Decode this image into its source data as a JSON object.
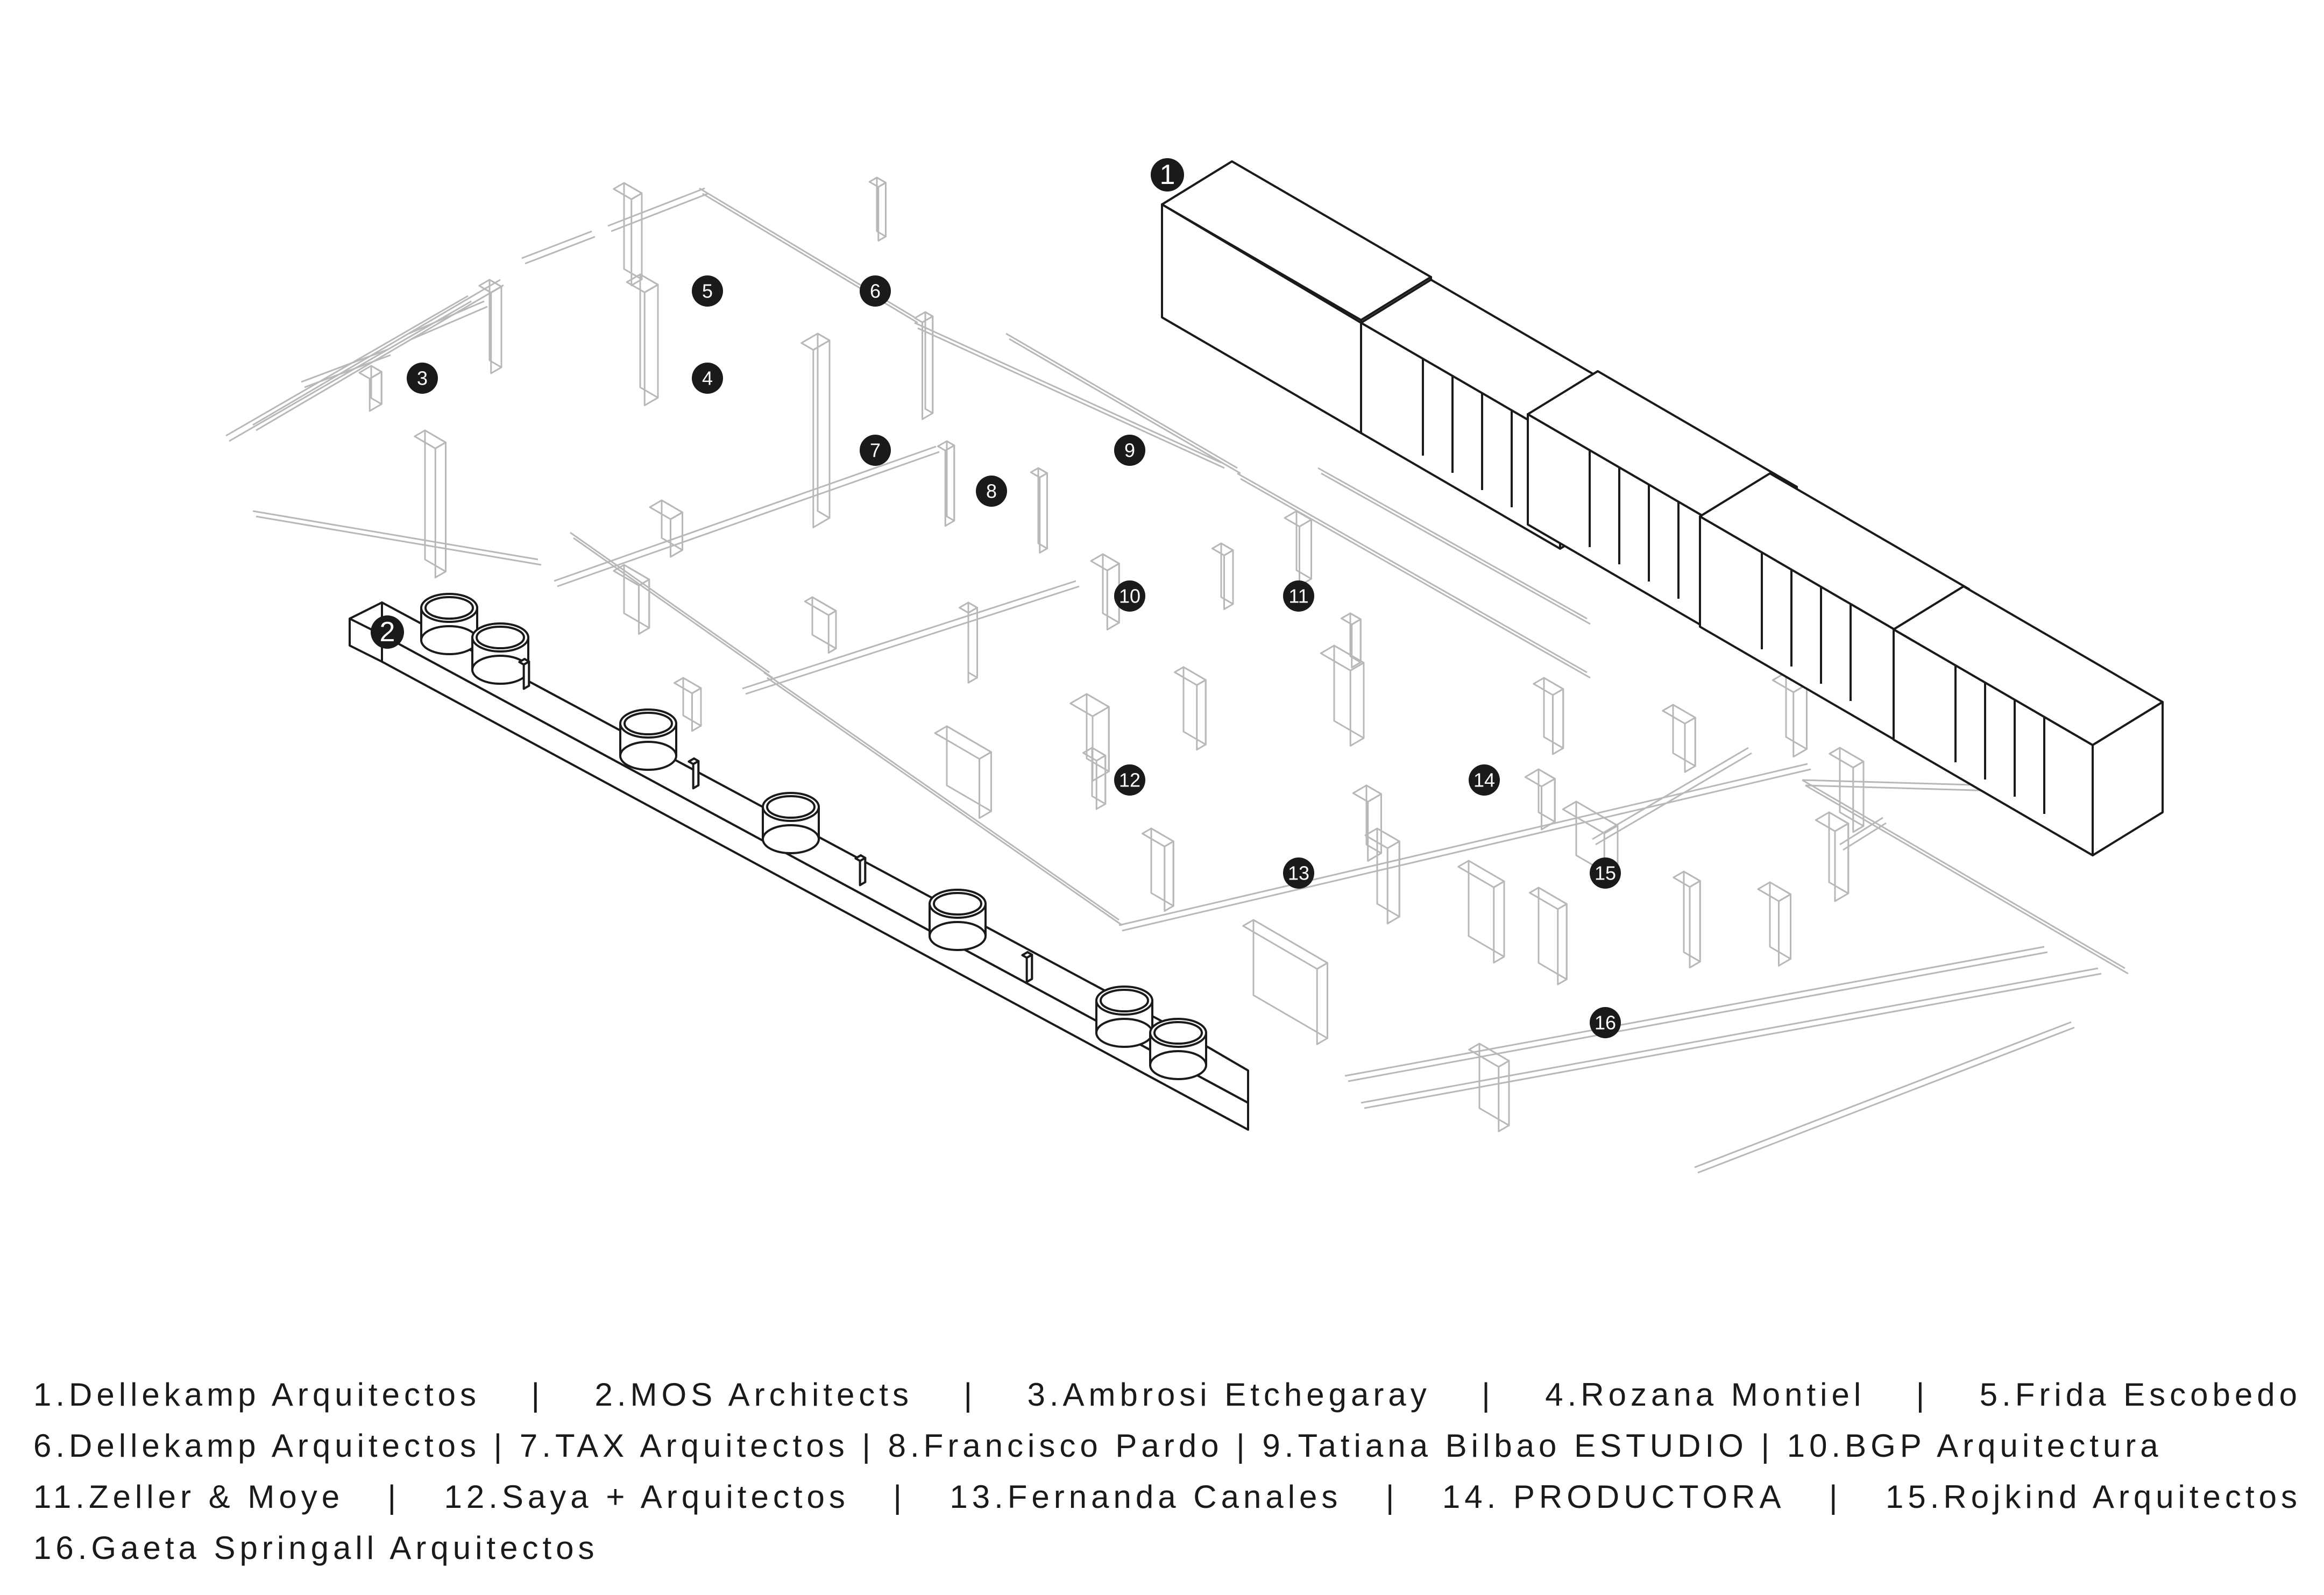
{
  "colors": {
    "ink": "#1a1a1a",
    "context_lines": "#b8b8b8",
    "background": "#ffffff"
  },
  "markers": [
    "1",
    "2",
    "3",
    "4",
    "5",
    "6",
    "7",
    "8",
    "9",
    "10",
    "11",
    "12",
    "13",
    "14",
    "15",
    "16"
  ],
  "legend": {
    "line1": [
      "1.Dellekamp Arquitectos",
      "|",
      "2.MOS Architects",
      "|",
      "3.Ambrosi Etchegaray",
      "|",
      "4.Rozana Montiel",
      "|",
      "5.Frida Escobedo"
    ],
    "line2": "6.Dellekamp Arquitectos | 7.TAX Arquitectos | 8.Francisco Pardo |  9.Tatiana Bilbao ESTUDIO  | 10.BGP Arquitectura",
    "line3": [
      "11.Zeller & Moye",
      "|",
      "12.Saya + Arquitectos",
      "|",
      "13.Fernanda Canales",
      "|",
      "14. PRODUCTORA",
      "|",
      "15.Rojkind Arquitectos"
    ],
    "line4": "16.Gaeta Springall Arquitectos"
  }
}
